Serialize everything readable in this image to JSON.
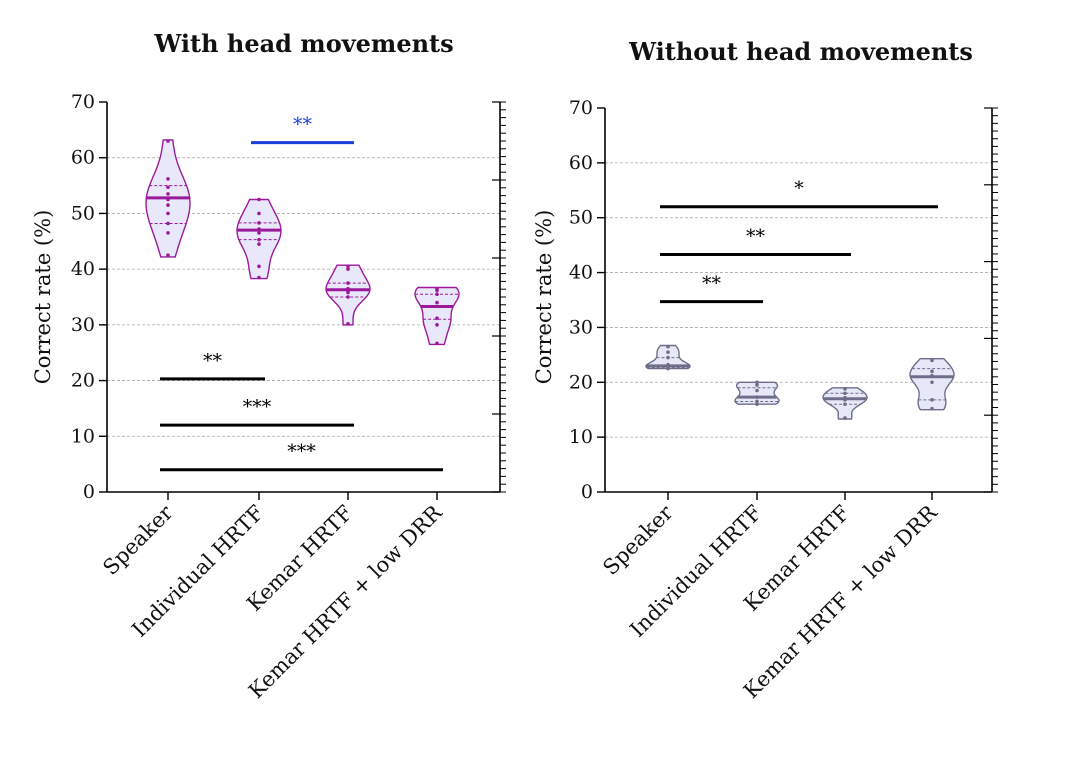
{
  "chart_data": [
    {
      "type": "violin",
      "title": "With head movements",
      "xlabel": "",
      "ylabel": "Correct rate (%)",
      "ylim": [
        0,
        70
      ],
      "yticks": [
        0,
        10,
        20,
        30,
        40,
        50,
        60,
        70
      ],
      "grid": true,
      "color": "#9b1a9b",
      "fill": "#e8e8fa",
      "categories": [
        "Speaker",
        "Individual HRTF",
        "Kemar HRTF",
        "Kemar HRTF + low DRR"
      ],
      "violins": [
        {
          "category": "Speaker",
          "min": 42.2,
          "q1": 48.2,
          "median": 52.8,
          "q3": 55.0,
          "max": 63.2,
          "points": [
            42.5,
            46.5,
            48.2,
            50.0,
            51.5,
            52.5,
            53.5,
            54.7,
            56.2,
            63.0
          ]
        },
        {
          "category": "Individual HRTF",
          "min": 38.3,
          "q1": 45.3,
          "median": 47.0,
          "q3": 48.3,
          "max": 52.5,
          "points": [
            38.5,
            40.5,
            44.5,
            45.3,
            46.5,
            47.2,
            48.3,
            50.0,
            52.5
          ]
        },
        {
          "category": "Kemar HRTF",
          "min": 30.0,
          "q1": 35.0,
          "median": 36.3,
          "q3": 37.5,
          "max": 40.7,
          "points": [
            30.2,
            35.0,
            35.8,
            36.2,
            36.5,
            37.5,
            40.0,
            40.5
          ]
        },
        {
          "category": "Kemar HRTF + low DRR",
          "min": 26.5,
          "q1": 31.0,
          "median": 33.3,
          "q3": 35.5,
          "max": 36.7,
          "points": [
            26.7,
            30.0,
            31.2,
            34.0,
            35.5,
            36.2,
            36.5
          ]
        }
      ],
      "significance": [
        {
          "from": "Individual HRTF",
          "to": "Kemar HRTF",
          "y": 62.7,
          "label": "**",
          "color": "#1a3fd8"
        },
        {
          "from": "Speaker",
          "to": "Individual HRTF",
          "y": 20.3,
          "label": "**",
          "color": "#000000"
        },
        {
          "from": "Speaker",
          "to": "Kemar HRTF",
          "y": 12.0,
          "label": "***",
          "color": "#000000"
        },
        {
          "from": "Speaker",
          "to": "Kemar HRTF + low DRR",
          "y": 4.0,
          "label": "***",
          "color": "#000000"
        }
      ]
    },
    {
      "type": "violin",
      "title": "Without head movements",
      "xlabel": "",
      "ylabel": "Correct rate (%)",
      "ylim": [
        0,
        70
      ],
      "yticks": [
        0,
        10,
        20,
        30,
        40,
        50,
        60,
        70
      ],
      "grid": true,
      "color": "#6e6e8a",
      "fill": "#e6e8f8",
      "categories": [
        "Speaker",
        "Individual HRTF",
        "Kemar HRTF",
        "Kemar HRTF + low DRR"
      ],
      "violins": [
        {
          "category": "Speaker",
          "min": 22.5,
          "q1": 22.7,
          "median": 23.0,
          "q3": 24.5,
          "max": 26.7,
          "points": [
            22.5,
            22.7,
            23.0,
            23.2,
            24.5,
            25.5,
            26.5
          ]
        },
        {
          "category": "Individual HRTF",
          "min": 16.0,
          "q1": 16.5,
          "median": 17.3,
          "q3": 19.0,
          "max": 20.0,
          "points": [
            16.0,
            16.5,
            17.3,
            18.5,
            19.5,
            20.0
          ]
        },
        {
          "category": "Kemar HRTF",
          "min": 13.3,
          "q1": 16.0,
          "median": 17.0,
          "q3": 18.0,
          "max": 19.0,
          "points": [
            13.5,
            16.0,
            16.8,
            17.2,
            18.0,
            18.8
          ]
        },
        {
          "category": "Kemar HRTF + low DRR",
          "min": 15.0,
          "q1": 16.8,
          "median": 21.0,
          "q3": 22.5,
          "max": 24.3,
          "points": [
            15.2,
            16.8,
            20.0,
            21.2,
            22.0,
            24.0
          ]
        }
      ],
      "significance": [
        {
          "from": "Speaker",
          "to": "Kemar HRTF + low DRR",
          "y": 52.0,
          "label": "*",
          "color": "#000000"
        },
        {
          "from": "Speaker",
          "to": "Kemar HRTF",
          "y": 43.3,
          "label": "**",
          "color": "#000000"
        },
        {
          "from": "Speaker",
          "to": "Individual HRTF",
          "y": 34.7,
          "label": "**",
          "color": "#000000"
        }
      ]
    }
  ]
}
